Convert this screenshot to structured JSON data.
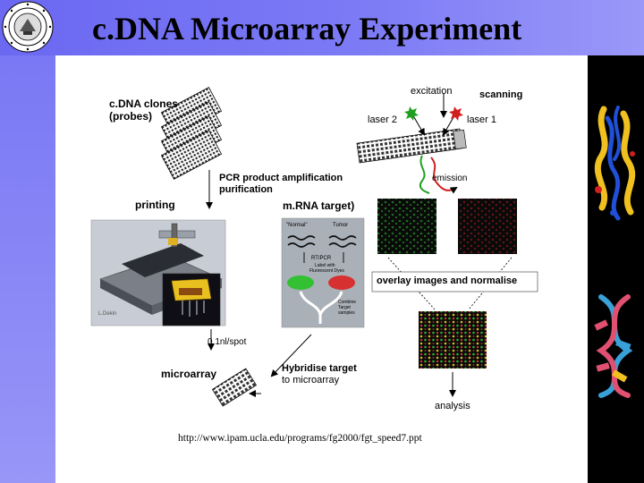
{
  "slide": {
    "title": "c.DNA Microarray Experiment",
    "caption": "http://www.ipam.ucla.edu/programs/fg2000/fgt_speed7.ppt"
  },
  "diagram": {
    "cdna_clones": "c.DNA clones",
    "probes": "(probes)",
    "pcr_line1": "PCR product amplification",
    "pcr_line2": "purification",
    "printing": "printing",
    "mrna_target": "m.RNA target)",
    "excitation": "excitation",
    "scanning": "scanning",
    "laser2": "laser 2",
    "laser1": "laser 1",
    "emission": "emission",
    "overlay": "overlay images and normalise",
    "spot": "0.1nl/spot",
    "microarray": "microarray",
    "hybridise_line1": "Hybridise target",
    "hybridise_line2": "to microarray",
    "analysis": "analysis",
    "normal": "\"Normal\"",
    "tumor": "Tumor",
    "rt_pcr": "RT/PCR",
    "label_with": "Label with",
    "fluorescent_dyes": "Fluorescent Dyes",
    "combine": "Combine",
    "target": "Target",
    "samples": "samples",
    "credit": "L.Dekin"
  },
  "colors": {
    "header_blue": "#6b68f2",
    "band_blue": "#8a88f6",
    "green_channel": "#22c022",
    "red_channel": "#d02020"
  }
}
